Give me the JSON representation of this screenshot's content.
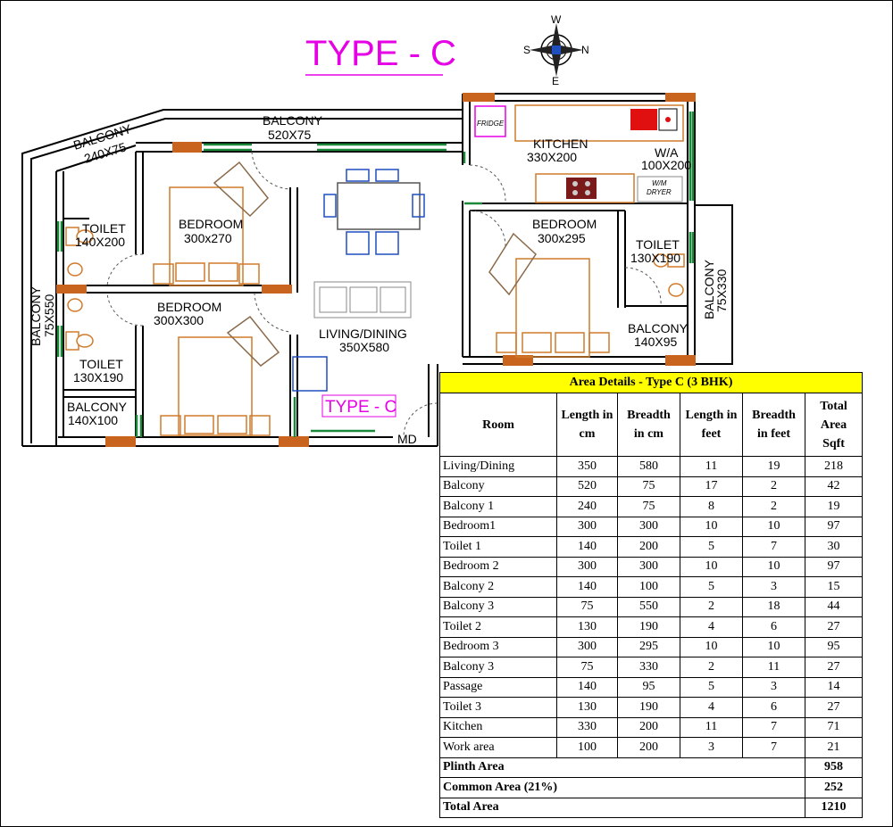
{
  "heading": "TYPE - C",
  "compass": {
    "n": "N",
    "s": "S",
    "e": "E",
    "w": "W"
  },
  "rooms": {
    "balcony_top_name": "BALCONY",
    "balcony_top_size": "520X75",
    "balcony_left_top_name": "BALCONY",
    "balcony_left_top_size": "240X75",
    "kitchen_name": "KITCHEN",
    "kitchen_size": "330X200",
    "fridge": "FRIDGE",
    "wa_name": "W/A",
    "wa_size": "100X200",
    "wm_dryer_1": "W/M",
    "wm_dryer_2": "DRYER",
    "toilet_left_name": "TOILET",
    "toilet_left_size": "140X200",
    "bedroom_top_name": "BEDROOM",
    "bedroom_top_size": "300x270",
    "bedroom_right_name": "BEDROOM",
    "bedroom_right_size": "300x295",
    "toilet_right_name": "TOILET",
    "toilet_right_size": "130X190",
    "balcony_right_name": "BALCONY",
    "balcony_right_size": "75X330",
    "balcony_left_name": "BALCONY",
    "balcony_left_size": "75X550",
    "bedroom_mid_name": "BEDROOM",
    "bedroom_mid_size": "300X300",
    "living_name": "LIVING/DINING",
    "living_size": "350X580",
    "balcony_passage_name": "BALCONY",
    "balcony_passage_size": "140X95",
    "toilet_bottom_name": "TOILET",
    "toilet_bottom_size": "130X190",
    "balcony_bottom_name": "BALCONY",
    "balcony_bottom_size": "140X100",
    "type_label": "TYPE - C",
    "md": "MD"
  },
  "table": {
    "title": "Area Details - Type C (3 BHK)",
    "headers": [
      "Room",
      "Length in cm",
      "Breadth in cm",
      "Length in feet",
      "Breadth in feet",
      "Total Area Sqft"
    ],
    "rows": [
      [
        "Living/Dining",
        "350",
        "580",
        "11",
        "19",
        "218"
      ],
      [
        "Balcony",
        "520",
        "75",
        "17",
        "2",
        "42"
      ],
      [
        "Balcony 1",
        "240",
        "75",
        "8",
        "2",
        "19"
      ],
      [
        "Bedroom1",
        "300",
        "300",
        "10",
        "10",
        "97"
      ],
      [
        "Toilet 1",
        "140",
        "200",
        "5",
        "7",
        "30"
      ],
      [
        "Bedroom 2",
        "300",
        "300",
        "10",
        "10",
        "97"
      ],
      [
        "Balcony 2",
        "140",
        "100",
        "5",
        "3",
        "15"
      ],
      [
        "Balcony 3",
        "75",
        "550",
        "2",
        "18",
        "44"
      ],
      [
        "Toilet 2",
        "130",
        "190",
        "4",
        "6",
        "27"
      ],
      [
        "Bedroom 3",
        "300",
        "295",
        "10",
        "10",
        "95"
      ],
      [
        "Balcony 3",
        "75",
        "330",
        "2",
        "11",
        "27"
      ],
      [
        "Passage",
        "140",
        "95",
        "5",
        "3",
        "14"
      ],
      [
        "Toilet 3",
        "130",
        "190",
        "4",
        "6",
        "27"
      ],
      [
        "Kitchen",
        "330",
        "200",
        "11",
        "7",
        "71"
      ],
      [
        "Work area",
        "100",
        "200",
        "3",
        "7",
        "21"
      ]
    ],
    "plinth_label": "Plinth Area",
    "plinth_value": "958",
    "common_label": "Common Area (21%)",
    "common_value": "252",
    "total_label": "Total Area",
    "total_value": "1210"
  },
  "colors": {
    "heading": "#e600e6",
    "column": "#c8641e",
    "window": "#1a8a3a",
    "furniture": "#d07a2a",
    "table_title_bg": "#ffff00"
  }
}
